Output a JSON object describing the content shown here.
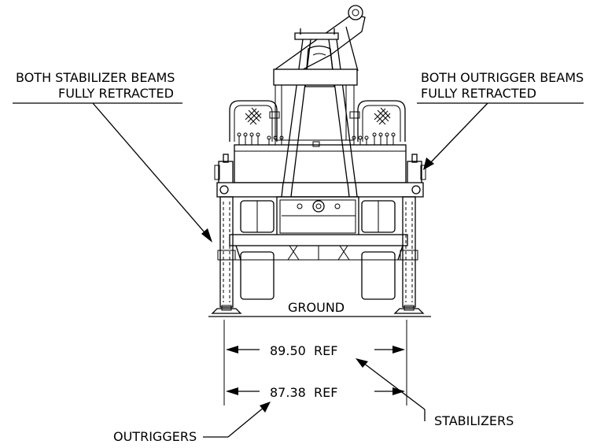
{
  "labels": {
    "stabilizer_beams_line1": "BOTH STABILIZER BEAMS",
    "stabilizer_beams_line2": "FULLY RETRACTED",
    "outrigger_beams_line1": "BOTH OUTRIGGER BEAMS",
    "outrigger_beams_line2": "FULLY RETRACTED",
    "ground": "GROUND",
    "stabilizers": "STABILIZERS",
    "outriggers": "OUTRIGGERS"
  },
  "dimensions": {
    "stabilizer_width": "89.50  REF",
    "outrigger_width": "87.38  REF"
  }
}
